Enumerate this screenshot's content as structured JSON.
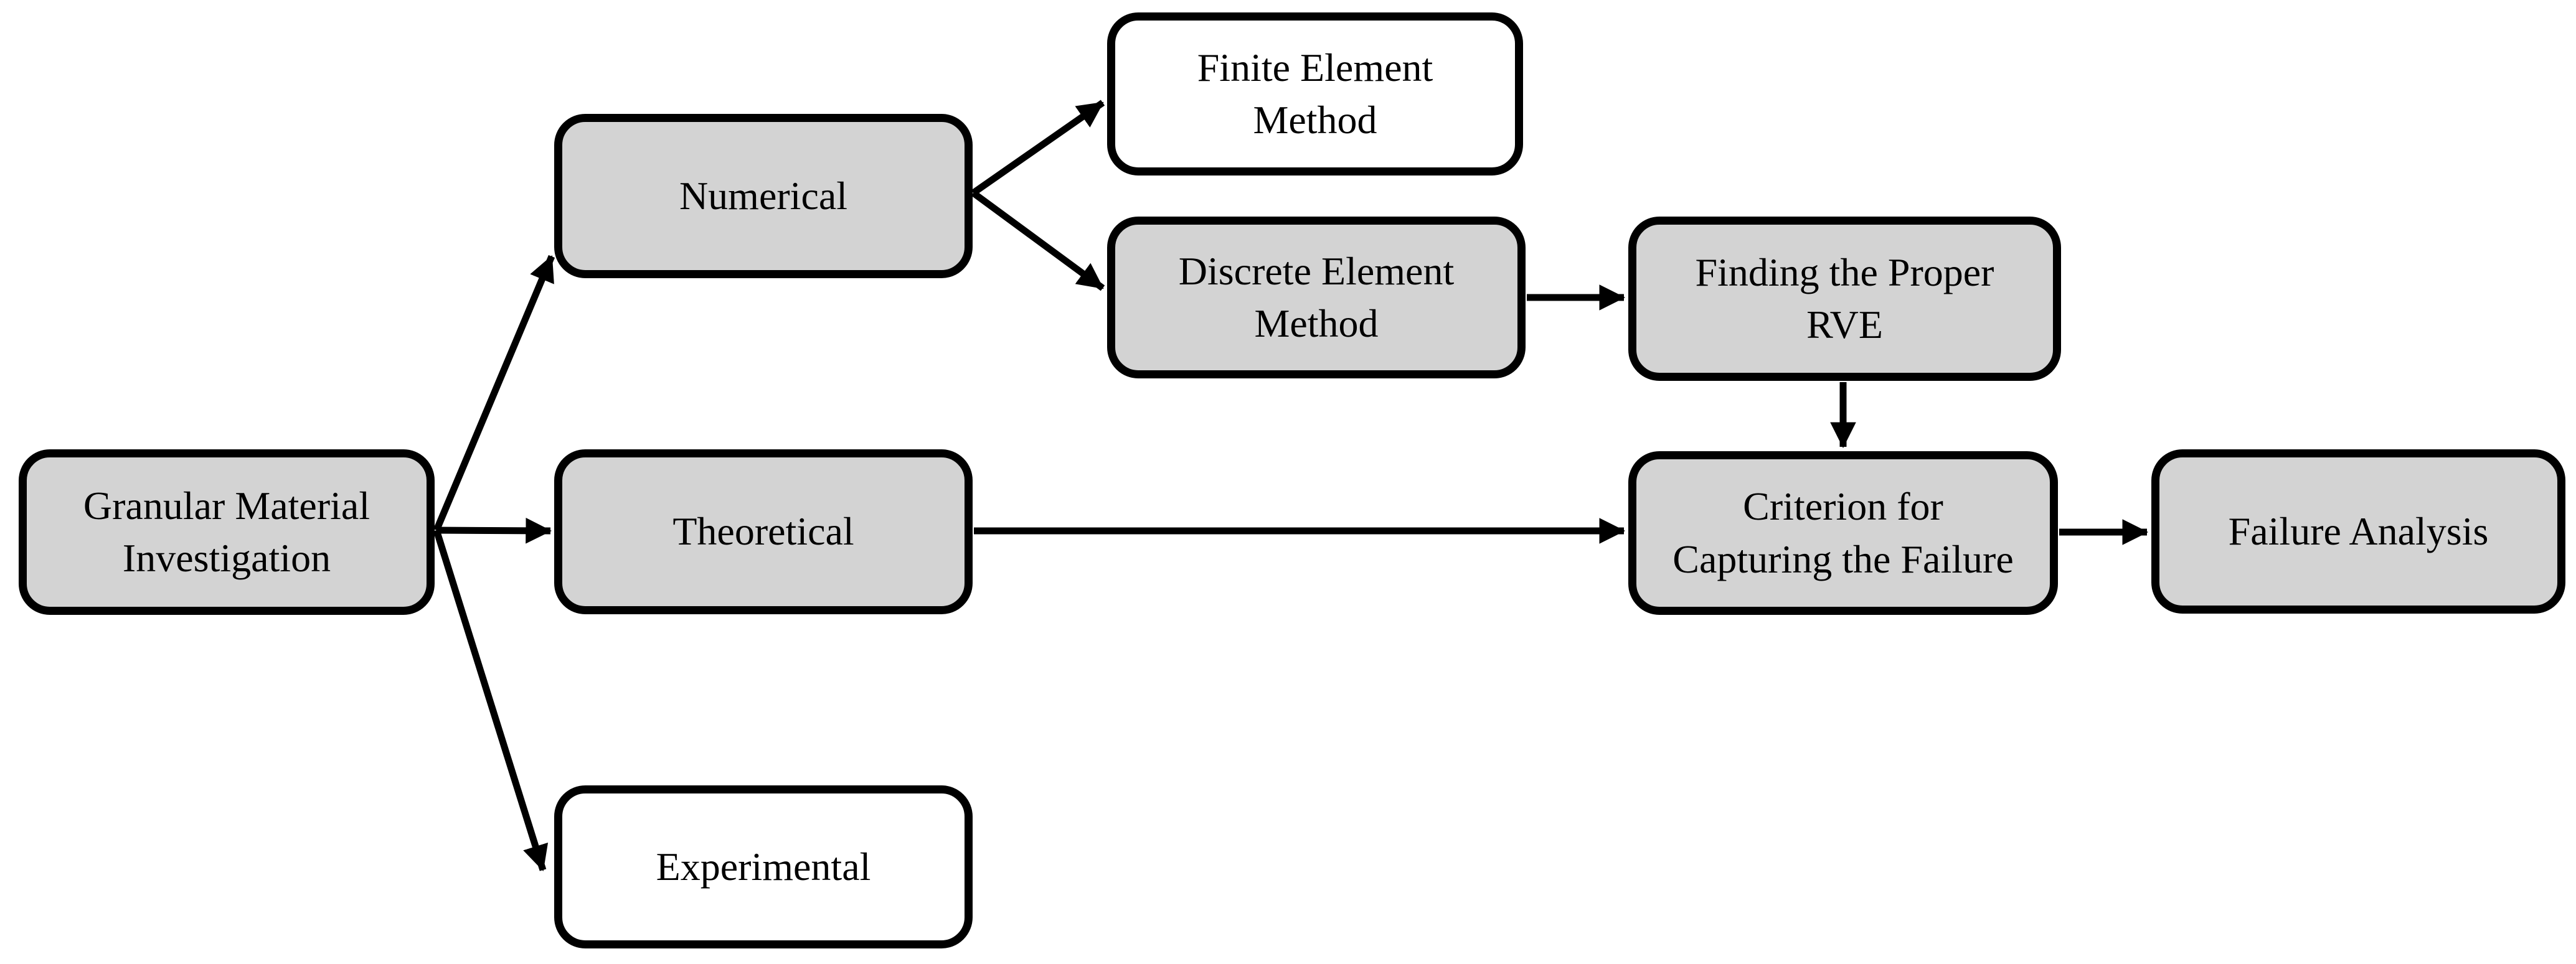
{
  "diagram": {
    "type": "flowchart",
    "colors": {
      "background": "#ffffff",
      "box_fill_gray": "#d3d3d3",
      "box_fill_white": "#ffffff",
      "border": "#000000",
      "arrow": "#000000",
      "text": "#000000"
    },
    "nodes": [
      {
        "id": "granular",
        "label": "Granular Material\nInvestigation",
        "fill": "gray"
      },
      {
        "id": "numerical",
        "label": "Numerical",
        "fill": "gray"
      },
      {
        "id": "theoretical",
        "label": "Theoretical",
        "fill": "gray"
      },
      {
        "id": "experimental",
        "label": "Experimental",
        "fill": "white"
      },
      {
        "id": "fem",
        "label": "Finite Element\nMethod",
        "fill": "white"
      },
      {
        "id": "dem",
        "label": "Discrete Element\nMethod",
        "fill": "gray"
      },
      {
        "id": "rve",
        "label": "Finding the Proper\nRVE",
        "fill": "gray"
      },
      {
        "id": "criterion",
        "label": "Criterion for\nCapturing the Failure",
        "fill": "gray"
      },
      {
        "id": "failure",
        "label": "Failure Analysis",
        "fill": "gray"
      }
    ],
    "edges": [
      {
        "from": "granular",
        "to": "numerical"
      },
      {
        "from": "granular",
        "to": "theoretical"
      },
      {
        "from": "granular",
        "to": "experimental"
      },
      {
        "from": "numerical",
        "to": "fem"
      },
      {
        "from": "numerical",
        "to": "dem"
      },
      {
        "from": "dem",
        "to": "rve"
      },
      {
        "from": "rve",
        "to": "criterion"
      },
      {
        "from": "theoretical",
        "to": "criterion"
      },
      {
        "from": "criterion",
        "to": "failure"
      }
    ]
  }
}
